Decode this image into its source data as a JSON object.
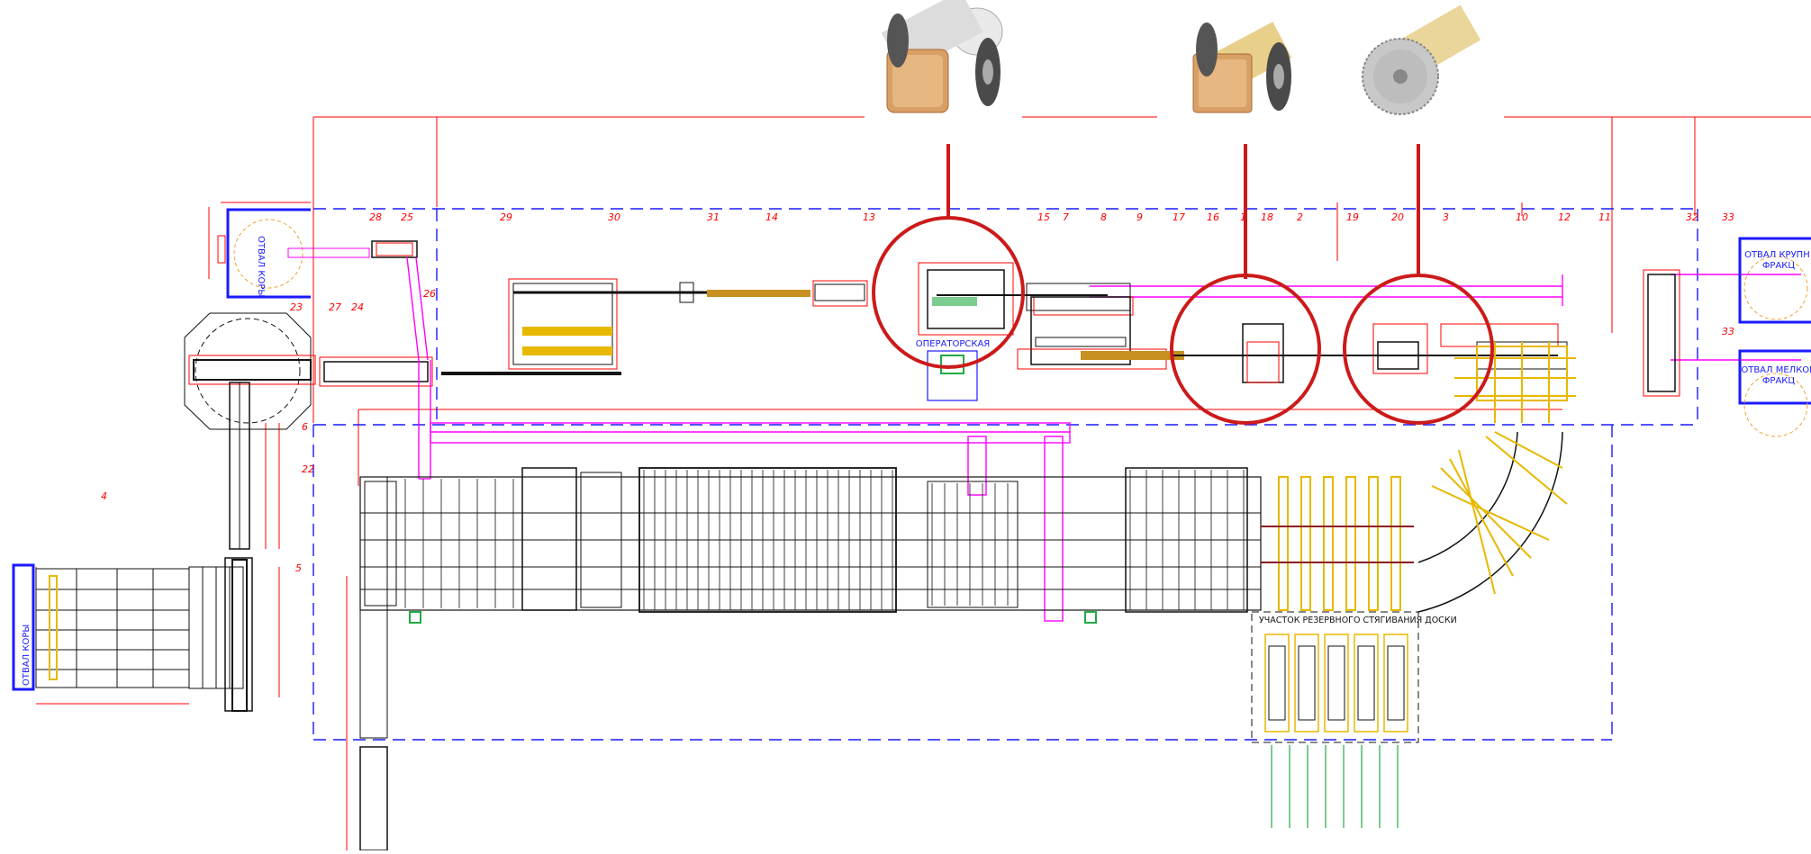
{
  "labels": {
    "bark_dump_top": "ОТВАЛ КОРЫ",
    "bark_dump_left": "ОТВАЛ КОРЫ",
    "operator_room": "ОПЕРАТОРСКАЯ",
    "coarse_dump_line1": "ОТВАЛ КРУПН.",
    "coarse_dump_line2": "ФРАКЦ",
    "fine_dump_line1": "ОТВАЛ МЕЛКОЙ",
    "fine_dump_line2": "ФРАКЦ",
    "reserve_area": "УЧАСТОК РЕЗЕРВНОГО СТЯГИВАНИЯ ДОСКИ"
  },
  "callouts": [
    "28",
    "25",
    "26",
    "27",
    "24",
    "23",
    "29",
    "30",
    "31",
    "14",
    "13",
    "15",
    "7",
    "8",
    "9",
    "17",
    "16",
    "18",
    "2",
    "19",
    "20",
    "3",
    "10",
    "12",
    "11",
    "32",
    "33",
    "33",
    "4",
    "6",
    "22",
    "5",
    "1"
  ],
  "colors": {
    "dimension": "#ff0000",
    "boundary": "#1a1aff",
    "conveyor": "#ff00ff",
    "lumber": "#e8b800",
    "machine": "#111111",
    "highlight": "#cc1a1a",
    "green": "#22aa44"
  }
}
